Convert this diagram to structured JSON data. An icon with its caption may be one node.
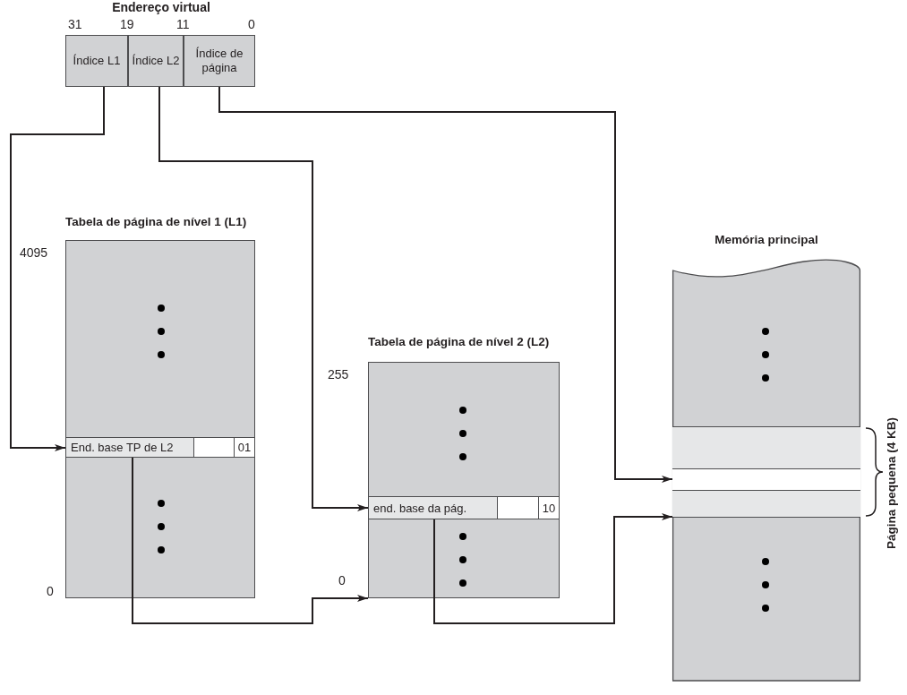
{
  "diagram": {
    "title": "Endereço virtual",
    "nodes": [
      {
        "text": [
          "Índice L1"
        ]
      },
      {
        "text": [
          "Índice L2"
        ]
      },
      {
        "text": [
          "Índice de página"
        ]
      },
      {
        "text": [
          "Tabela de página de nível 1 (L1)"
        ],
        "beside": [
          "4095",
          "0"
        ]
      },
      {
        "text": [
          "End. base TP de L2",
          "01"
        ],
        "in": 3
      },
      {
        "text": [
          "Tabela de página de nível 2 (L2)"
        ],
        "beside": [
          "255",
          "0"
        ]
      },
      {
        "text": [
          "end. base da pág.",
          "10"
        ],
        "in": 5
      },
      {
        "text": [
          "Memória principal"
        ]
      },
      {
        "text": [],
        "shape": "box",
        "in": 7,
        "beside": [
          "Página pequena (4 KB)"
        ]
      },
      {
        "text": [],
        "shape": "box",
        "in": 8
      }
    ],
    "edges": [
      {
        "from": 0,
        "to": 4,
        "arrow": "to"
      },
      {
        "from": 1,
        "to": 6,
        "arrow": "to"
      },
      {
        "from": 2,
        "to": 9,
        "arrow": "to"
      },
      {
        "from": 4,
        "to": 5,
        "arrow": "to"
      },
      {
        "from": 6,
        "to": 8,
        "arrow": "to"
      }
    ],
    "labels": [
      "31",
      "19",
      "11",
      "0"
    ]
  }
}
